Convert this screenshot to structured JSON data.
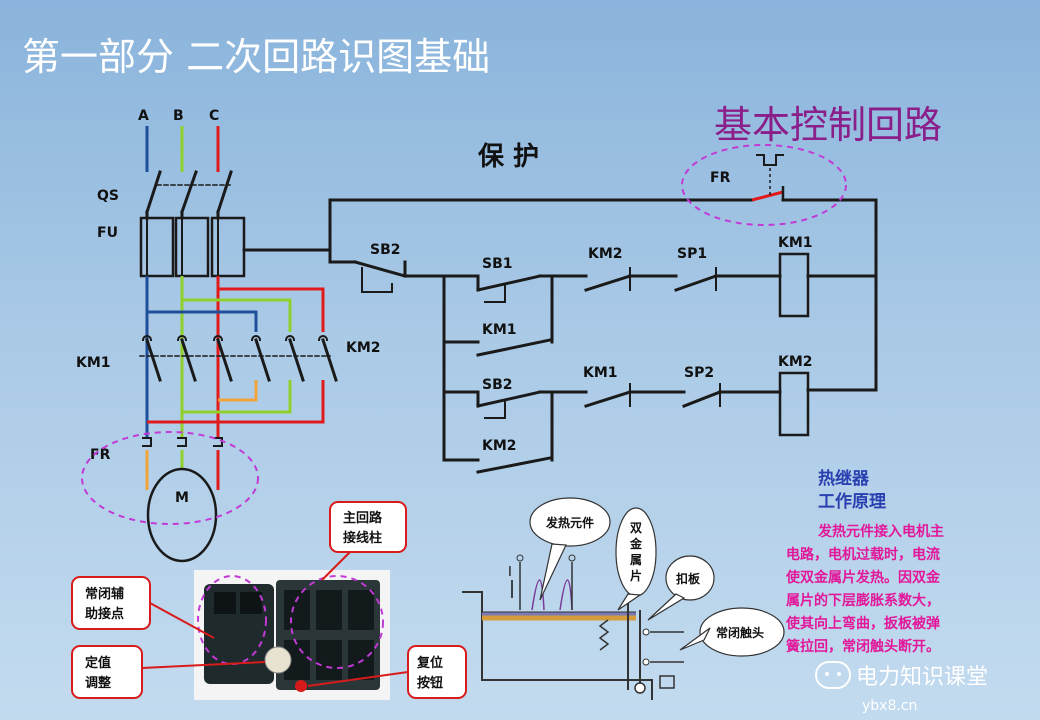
{
  "title": "第一部分 二次回路识图基础",
  "subtitle": "基本控制回路",
  "section_protect": "保 护",
  "phases": [
    "A",
    "B",
    "C"
  ],
  "labels": {
    "qs": "QS",
    "fu": "FU",
    "km1_main": "KM1",
    "km2_main": "KM2",
    "fr_main": "FR",
    "motor": "M",
    "fr_ctrl": "FR",
    "sb2_top": "SB2",
    "sb1": "SB1",
    "km2_r1": "KM2",
    "sp1": "SP1",
    "km1_coil": "KM1",
    "km1_hold": "KM1",
    "sb2": "SB2",
    "km1_r2": "KM1",
    "sp2": "SP2",
    "km2_coil": "KM2",
    "km2_hold": "KM2"
  },
  "relay_photo": {
    "callouts": {
      "main_terminal": [
        "主回路",
        "接线柱"
      ],
      "nc_aux": [
        "常闭辅",
        "助接点"
      ],
      "setting": [
        "定值",
        "调整"
      ],
      "reset": [
        "复位",
        "按钮"
      ]
    }
  },
  "principle": {
    "title_1": "热继器",
    "title_2": "工作原理",
    "lines": [
      "发热元件接入电机主",
      "电路，电机过载时，电流",
      "使双金属片发热。因双金",
      "属片的下层膨胀系数大，",
      "使其向上弯曲，扳板被弹",
      "簧拉回，常闭触头断开。"
    ],
    "bubbles": {
      "heater": "发热元件",
      "bimetal": [
        "双",
        "金",
        "属",
        "片"
      ],
      "lever": "扣板",
      "nc_contact": "常闭触头"
    },
    "current_label": "I"
  },
  "watermark": {
    "brand": "电力知识课堂",
    "site": "ybx8.cn"
  }
}
